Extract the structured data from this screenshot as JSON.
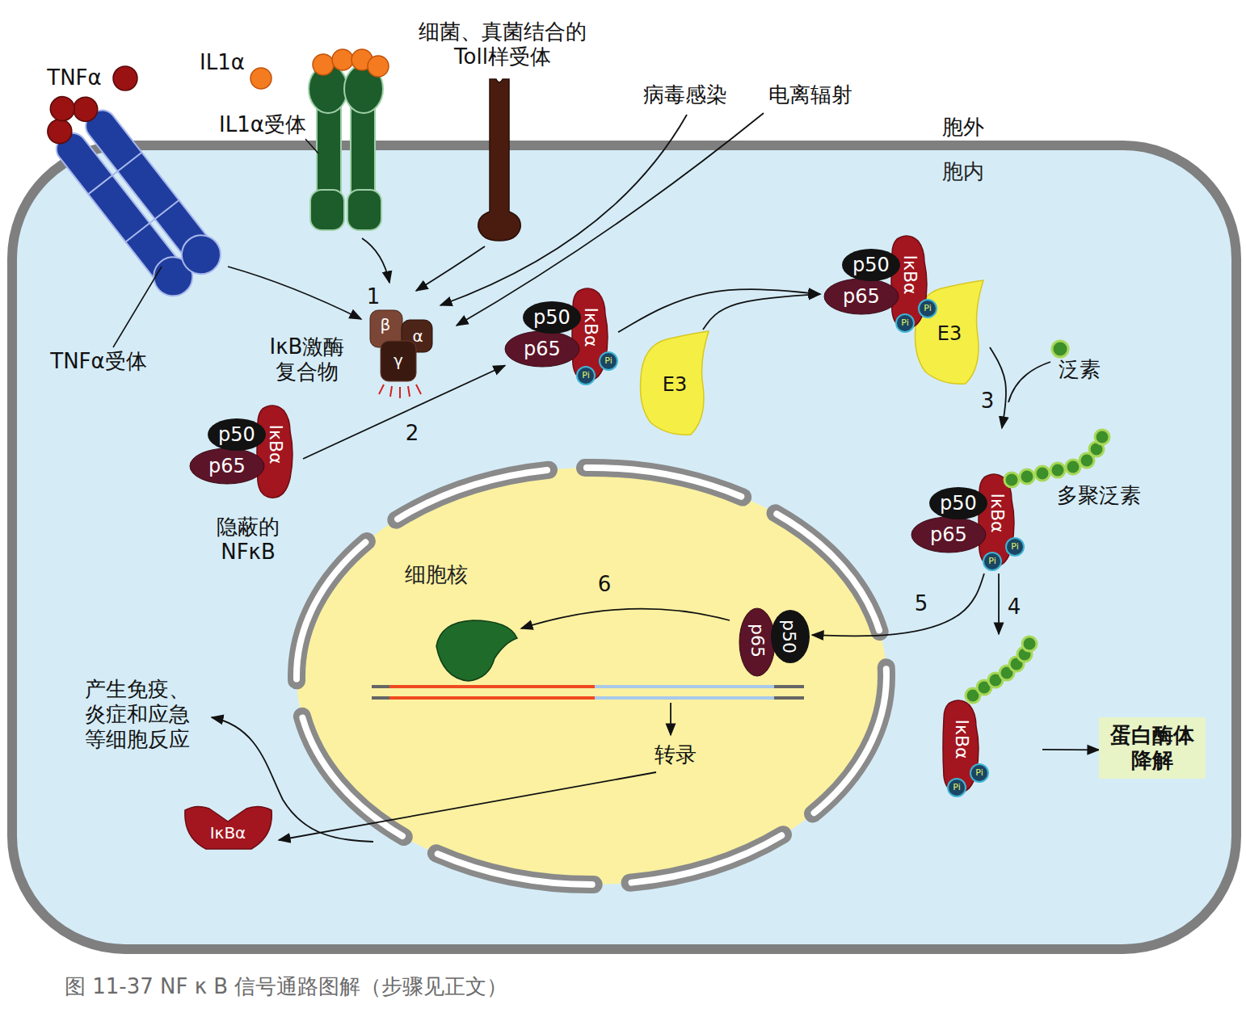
{
  "diagram": {
    "caption": "图 11-37 NF κ B 信号通路图解（步骤见正文）",
    "nodes": [
      {
        "text": [
          "胞内"
        ]
      },
      {
        "text": [
          "β",
          "α",
          "γ"
        ],
        "in": 0
      },
      {
        "text": [
          "p50",
          "p65",
          "IκBα",
          "隐蔽的 NFκB"
        ],
        "in": 0
      },
      {
        "text": [
          "p50",
          "p65",
          "IκBα",
          "Pi",
          "Pi"
        ],
        "in": 0
      },
      {
        "text": [
          "E3"
        ],
        "in": 0
      },
      {
        "text": [
          "p50",
          "p65",
          "IκBα",
          "Pi",
          "Pi",
          "E3"
        ],
        "in": 0
      },
      {
        "text": [
          "p50",
          "p65",
          "IκBα",
          "Pi",
          "Pi",
          "多聚泛素"
        ],
        "in": 0
      },
      {
        "text": [
          "细胞核"
        ],
        "in": 0
      },
      {
        "text": [
          "p65",
          "p50"
        ],
        "in": 7
      },
      {
        "text": [
          "IκBα",
          "Pi",
          "Pi"
        ],
        "in": 0
      },
      {
        "text": [
          "蛋白酶体 降解"
        ],
        "in": 0
      },
      {
        "text": [
          "IκBα"
        ],
        "in": 0
      }
    ],
    "edges": [
      {
        "from": 2,
        "to": 3,
        "arrow": "to",
        "label": "2"
      },
      {
        "from": 3,
        "to": 5,
        "arrow": "to"
      },
      {
        "from": 4,
        "to": 5,
        "arrow": "to"
      },
      {
        "from": 5,
        "to": 6,
        "arrow": "to",
        "label": "3"
      },
      {
        "from": 6,
        "to": 9,
        "arrow": "to",
        "label": "4"
      },
      {
        "from": 6,
        "to": 8,
        "arrow": "to",
        "label": "5"
      },
      {
        "from": 9,
        "to": 10,
        "arrow": "to"
      }
    ],
    "labels": [
      "TNFα",
      "IL1α",
      "细菌、真菌结合的 Toll样受体",
      "IL1α受体",
      "病毒感染",
      "电离辐射",
      "胞外",
      "1",
      "IκB激酶 复合物",
      "TNFα受体",
      "泛素",
      "6",
      "转录",
      "产生免疫、 炎症和应急 等细胞反应"
    ]
  }
}
